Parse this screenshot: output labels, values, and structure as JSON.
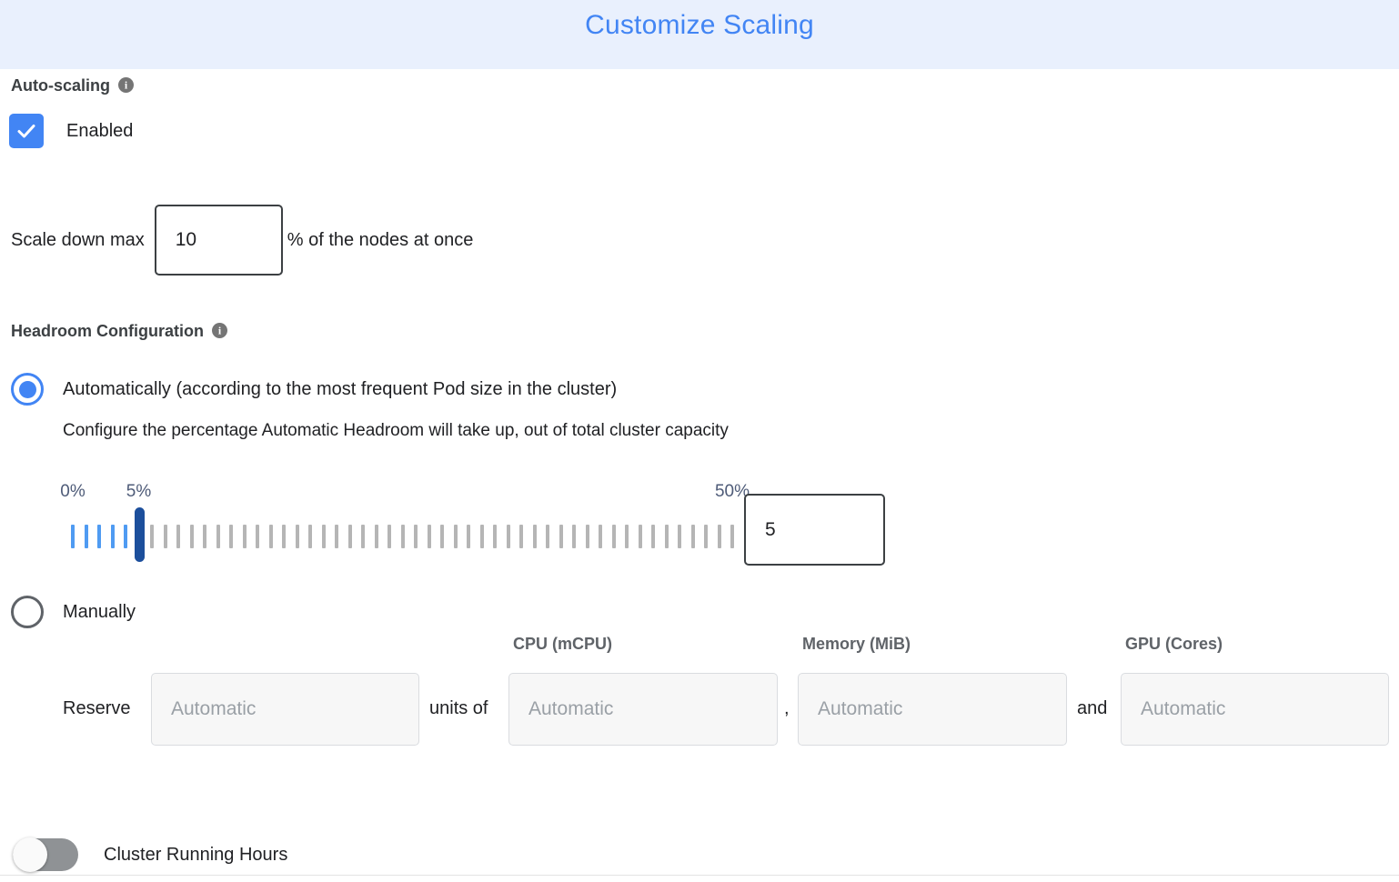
{
  "header": {
    "title": "Customize Scaling",
    "bg_color": "#e9f0fd",
    "title_color": "#4285f4"
  },
  "auto_scaling": {
    "section_label": "Auto-scaling",
    "info_icon": "info-icon",
    "checkbox": {
      "label": "Enabled",
      "checked": true,
      "color": "#4285f4"
    },
    "scale_down": {
      "prefix_label": "Scale down max",
      "value": "10",
      "suffix_label": "% of the nodes at once"
    }
  },
  "headroom": {
    "section_label": "Headroom Configuration",
    "info_icon": "info-icon",
    "options": [
      {
        "label": "Automatically (according to the most frequent Pod size in the cluster)",
        "selected": true,
        "description": "Configure the percentage Automatic Headroom will take up, out of total cluster capacity"
      },
      {
        "label": "Manually",
        "selected": false
      }
    ],
    "slider": {
      "min": 0,
      "max": 50,
      "value": 5,
      "tick_count": 51,
      "labels": [
        {
          "text": "0%",
          "value": 0
        },
        {
          "text": "5%",
          "value": 5
        },
        {
          "text": "50%",
          "value": 50
        }
      ],
      "value_input": "5",
      "active_color": "#4f9bf2",
      "handle_color": "#1c4f9c",
      "inactive_color": "#b5b5b5",
      "label_color": "#4e5b78"
    },
    "manual_reserve": {
      "reserve_label": "Reserve",
      "units_of_label": "units of",
      "comma_label": ",",
      "and_label": "and",
      "columns": [
        {
          "header": "CPU (mCPU)"
        },
        {
          "header": "Memory (MiB)"
        },
        {
          "header": "GPU (Cores)"
        }
      ],
      "fields": [
        {
          "name": "units",
          "placeholder": "Automatic",
          "value": ""
        },
        {
          "name": "cpu",
          "placeholder": "Automatic",
          "value": ""
        },
        {
          "name": "memory",
          "placeholder": "Automatic",
          "value": ""
        },
        {
          "name": "gpu",
          "placeholder": "Automatic",
          "value": ""
        }
      ]
    }
  },
  "cluster_running_hours": {
    "label": "Cluster Running Hours",
    "enabled": false
  }
}
